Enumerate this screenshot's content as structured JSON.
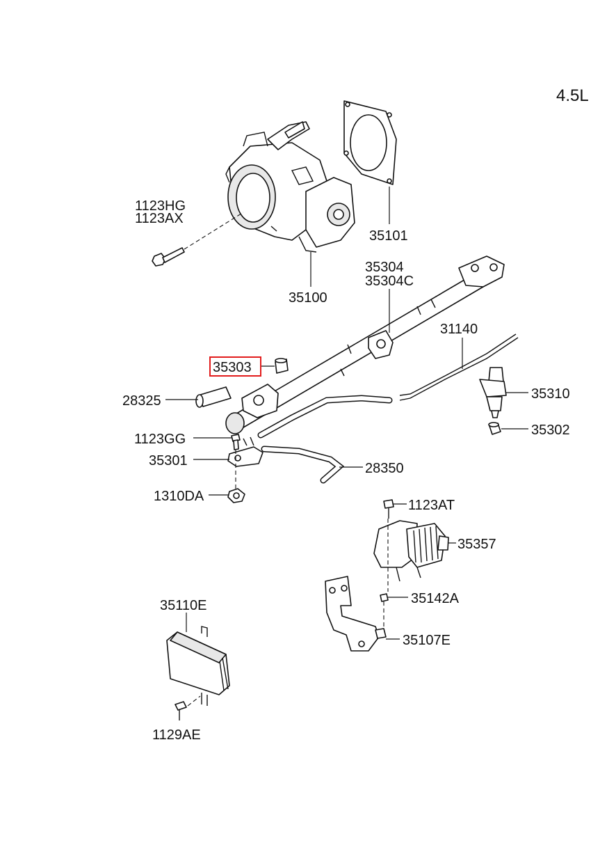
{
  "engine_label": "4.5L",
  "callouts": {
    "p1123HG": "1123HG",
    "p1123AX": "1123AX",
    "p35101": "35101",
    "p35304": "35304",
    "p35304C": "35304C",
    "p35100": "35100",
    "p31140": "31140",
    "p35303": "35303",
    "p35310": "35310",
    "p28325": "28325",
    "p35302": "35302",
    "p1123GG": "1123GG",
    "p35301": "35301",
    "p28350": "28350",
    "p1310DA": "1310DA",
    "p1123AT": "1123AT",
    "p35357": "35357",
    "p35142A": "35142A",
    "p35110E": "35110E",
    "p35107E": "35107E",
    "p1129AE": "1129AE"
  },
  "highlighted_callout": "35303",
  "colors": {
    "highlight": "#e21b1b",
    "ink": "#111111",
    "background": "#ffffff"
  }
}
